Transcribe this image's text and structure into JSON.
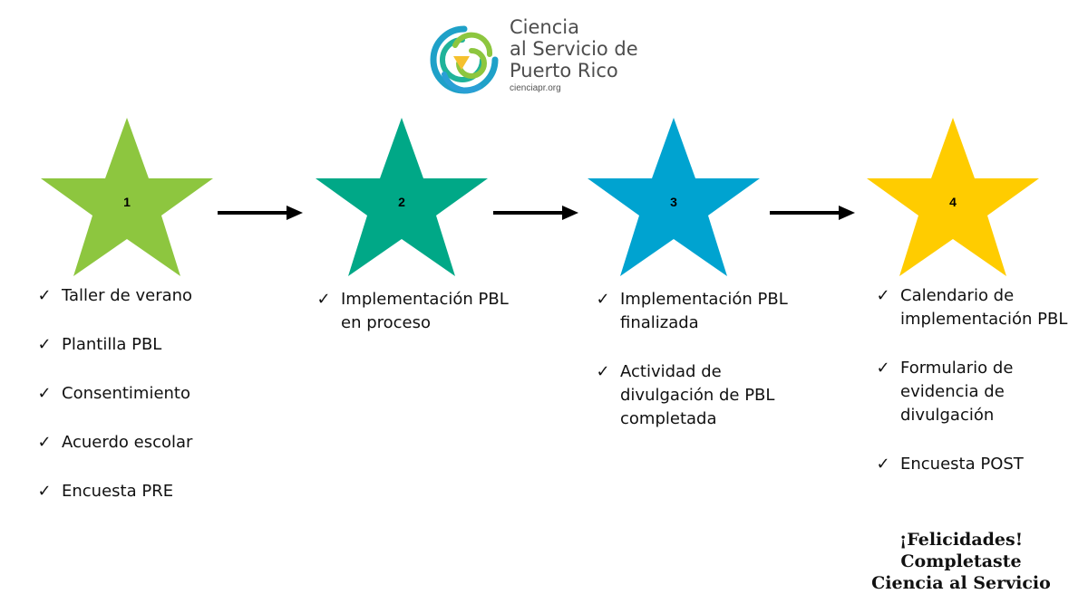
{
  "brand": {
    "name_lines": [
      "Ciencia",
      "al Servicio de",
      "Puerto Rico"
    ],
    "url": "cienciapr.org",
    "colors": {
      "lime": "#9ACA3C",
      "teal": "#00A78E",
      "cyan": "#0AA3CC",
      "gold": "#F5C12E",
      "text": "#4d4d4d"
    }
  },
  "steps": [
    {
      "number": "1",
      "color": "#8DC63F",
      "items": [
        "Taller de verano",
        "Plantilla PBL",
        "Consentimiento",
        "Acuerdo escolar",
        "Encuesta PRE"
      ]
    },
    {
      "number": "2",
      "color": "#00A887",
      "items": [
        "Implementación PBL en proceso"
      ]
    },
    {
      "number": "3",
      "color": "#00A3D0",
      "items": [
        "Implementación PBL finalizada",
        "Actividad de divulgación de PBL completada"
      ]
    },
    {
      "number": "4",
      "color": "#FFCC00",
      "items": [
        "Calendario de implementación PBL",
        "Formulario de evidencia de divulgación",
        "Encuesta POST"
      ]
    }
  ],
  "check_mark": "✓",
  "icons": {
    "item_marker": "checkmark-icon",
    "connector": "arrow-right-icon",
    "step": "star-icon"
  },
  "final_message": [
    "¡Felicidades!",
    "Completaste",
    "Ciencia al Servicio"
  ]
}
